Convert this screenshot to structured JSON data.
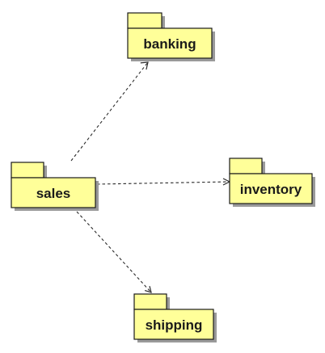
{
  "diagram": {
    "type": "uml-package-diagram",
    "packages": {
      "banking": "banking",
      "sales": "sales",
      "inventory": "inventory",
      "shipping": "shipping"
    },
    "dependencies": [
      {
        "from": "sales",
        "to": "banking"
      },
      {
        "from": "sales",
        "to": "inventory"
      },
      {
        "from": "sales",
        "to": "shipping"
      }
    ],
    "colors": {
      "package_fill": "#ffff99",
      "outline": "#1a1a1a",
      "shadow": "#9a9a9a"
    }
  }
}
